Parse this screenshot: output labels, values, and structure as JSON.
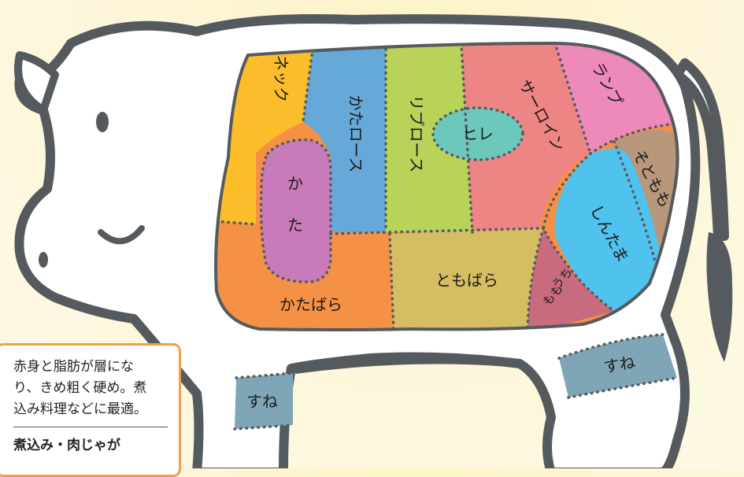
{
  "cuts": {
    "neck": "ネック",
    "kata_roast": "かたロース",
    "rib_roast": "リブロース",
    "sirloin": "サーロイン",
    "rump": "ランプ",
    "hire": "ヒレ",
    "kata_char1": "か",
    "kata_char2": "た",
    "katabara": "かたばら",
    "tomobara": "ともばら",
    "shintama": "しんたま",
    "sotomomo": "そともも",
    "uchimomo_1": "うち",
    "uchimomo_2": "もも",
    "sune_front": "すね",
    "sune_rear": "すね"
  },
  "info": {
    "description_lines": [
      "赤身と脂肪が層にな",
      "り、きめ粗く硬め。煮",
      "込み料理などに最適。"
    ],
    "uses": "煮込み・肉じゃが"
  },
  "colors": {
    "background": "#fdf6d8",
    "outline": "#555a5e",
    "body_fill": "#ffffff",
    "neck": "#fbbd2a",
    "kata_roast": "#66a8d8",
    "rib_roast": "#b8d25a",
    "sirloin": "#ee8585",
    "rump": "#ee89bb",
    "hire": "#6cc8ba",
    "kata": "#c97ab8",
    "katabara": "#f59047",
    "tomobara": "#d4bd62",
    "shintama": "#4fc3ee",
    "sotomomo": "#b8977a",
    "uchimomo": "#c96b7e",
    "sune": "#7fa6b6",
    "info_border": "#f0a04b"
  }
}
